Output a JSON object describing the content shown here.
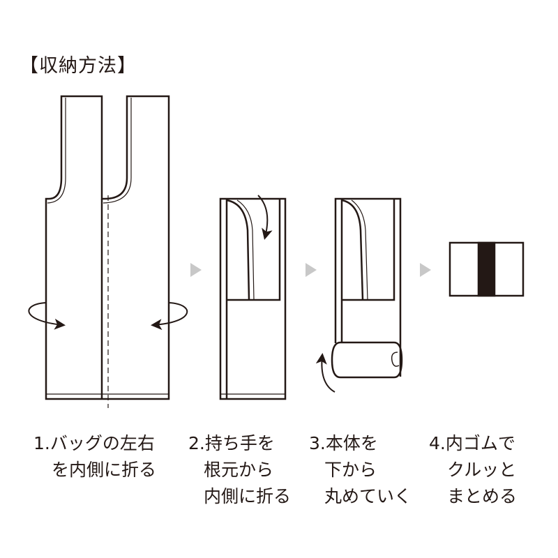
{
  "title": "【収納方法】",
  "colors": {
    "line": "#231815",
    "arrow_gray": "#c8c8c8"
  },
  "steps": [
    {
      "lines": [
        "1.バッグの左右",
        "を内側に折る"
      ]
    },
    {
      "lines": [
        "2.持ち手を",
        "根元から",
        "内側に折る"
      ]
    },
    {
      "lines": [
        "3.本体を",
        "下から",
        "丸めていく"
      ]
    },
    {
      "lines": [
        "4.内ゴムで",
        "クルッと",
        "まとめる"
      ]
    }
  ]
}
